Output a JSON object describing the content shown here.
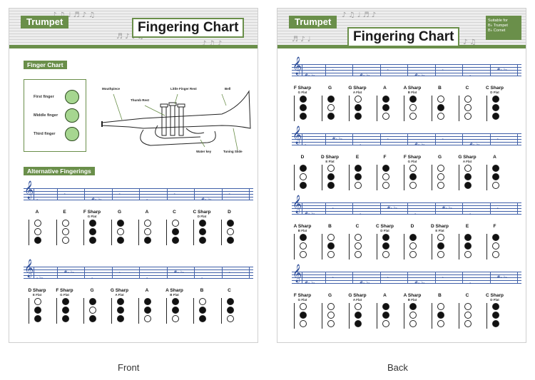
{
  "front": {
    "instrument": "Trumpet",
    "title": "Fingering Chart",
    "caption": "Front",
    "finger_section": "Finger  Chart",
    "fingers": [
      "First finger",
      "Middle finger",
      "Third finger"
    ],
    "trumpet_labels": [
      "Mouthpiece",
      "Thumb Rest",
      "Little Finger Rest",
      "Bell",
      "Water key",
      "Tuning Slide"
    ],
    "alt_section": "Alternative Fingerings",
    "rows": [
      [
        {
          "name": "A",
          "alt": "",
          "valves": [
            0,
            0,
            1
          ]
        },
        {
          "name": "E",
          "alt": "",
          "valves": [
            0,
            0,
            0
          ]
        },
        {
          "name": "F Sharp",
          "alt": "G Flat",
          "valves": [
            1,
            1,
            1
          ]
        },
        {
          "name": "G",
          "alt": "",
          "valves": [
            1,
            0,
            1
          ]
        },
        {
          "name": "A",
          "alt": "",
          "valves": [
            0,
            0,
            1
          ]
        },
        {
          "name": "C",
          "alt": "",
          "valves": [
            0,
            1,
            1
          ]
        },
        {
          "name": "C Sharp",
          "alt": "D Flat",
          "valves": [
            1,
            1,
            1
          ]
        },
        {
          "name": "D",
          "alt": "",
          "valves": [
            1,
            0,
            1
          ]
        }
      ],
      [
        {
          "name": "D Sharp",
          "alt": "E Flat",
          "valves": [
            0,
            1,
            1
          ]
        },
        {
          "name": "F Sharp",
          "alt": "G Flat",
          "valves": [
            1,
            1,
            1
          ]
        },
        {
          "name": "G",
          "alt": "",
          "valves": [
            1,
            0,
            1
          ]
        },
        {
          "name": "G Sharp",
          "alt": "A Flat",
          "valves": [
            1,
            1,
            1
          ]
        },
        {
          "name": "A",
          "alt": "",
          "valves": [
            1,
            1,
            0
          ]
        },
        {
          "name": "A Sharp",
          "alt": "B Flat",
          "valves": [
            1,
            1,
            0
          ]
        },
        {
          "name": "B",
          "alt": "",
          "valves": [
            0,
            1,
            1
          ]
        },
        {
          "name": "C",
          "alt": "",
          "valves": [
            1,
            1,
            0
          ]
        }
      ]
    ],
    "staff_notes": [
      [
        "𝅝",
        "𝅝",
        "#𝅝 ♭𝅝",
        "𝅝",
        "𝅝",
        "𝅝",
        "#𝅝 ♭𝅝",
        "𝅝"
      ],
      [
        "𝅝 ♭𝅝",
        "#𝅝 ♭𝅝",
        "𝅝",
        "𝅝",
        "𝅝",
        "#𝅝 ♭𝅝",
        "𝅝",
        "𝅝"
      ]
    ]
  },
  "back": {
    "instrument": "Trumpet",
    "title": "Fingering Chart",
    "caption": "Back",
    "suitable": [
      "Suitable for",
      "B♭ Trumpet",
      "B♭ Cornet"
    ],
    "rows": [
      [
        {
          "name": "F Sharp",
          "alt": "G Flat",
          "valves": [
            1,
            1,
            1
          ]
        },
        {
          "name": "G",
          "alt": "",
          "valves": [
            1,
            0,
            1
          ]
        },
        {
          "name": "G Sharp",
          "alt": "A Flat",
          "valves": [
            0,
            1,
            1
          ]
        },
        {
          "name": "A",
          "alt": "",
          "valves": [
            1,
            1,
            0
          ]
        },
        {
          "name": "A Sharp",
          "alt": "B Flat",
          "valves": [
            1,
            0,
            0
          ]
        },
        {
          "name": "B",
          "alt": "",
          "valves": [
            0,
            1,
            0
          ]
        },
        {
          "name": "C",
          "alt": "",
          "valves": [
            0,
            0,
            0
          ]
        },
        {
          "name": "C Sharp",
          "alt": "D Flat",
          "valves": [
            1,
            1,
            1
          ]
        }
      ],
      [
        {
          "name": "D",
          "alt": "",
          "valves": [
            1,
            0,
            1
          ]
        },
        {
          "name": "D Sharp",
          "alt": "E Flat",
          "valves": [
            0,
            1,
            1
          ]
        },
        {
          "name": "E",
          "alt": "",
          "valves": [
            1,
            1,
            0
          ]
        },
        {
          "name": "F",
          "alt": "",
          "valves": [
            1,
            0,
            0
          ]
        },
        {
          "name": "F Sharp",
          "alt": "G Flat",
          "valves": [
            0,
            1,
            0
          ]
        },
        {
          "name": "G",
          "alt": "",
          "valves": [
            0,
            0,
            0
          ]
        },
        {
          "name": "G Sharp",
          "alt": "A Flat",
          "valves": [
            0,
            1,
            1
          ]
        },
        {
          "name": "A",
          "alt": "",
          "valves": [
            1,
            1,
            0
          ]
        }
      ],
      [
        {
          "name": "A Sharp",
          "alt": "B Flat",
          "valves": [
            1,
            0,
            0
          ]
        },
        {
          "name": "B",
          "alt": "",
          "valves": [
            0,
            1,
            0
          ]
        },
        {
          "name": "C",
          "alt": "",
          "valves": [
            0,
            0,
            0
          ]
        },
        {
          "name": "C Sharp",
          "alt": "D Flat",
          "valves": [
            1,
            1,
            0
          ]
        },
        {
          "name": "D",
          "alt": "",
          "valves": [
            1,
            0,
            0
          ]
        },
        {
          "name": "D Sharp",
          "alt": "E Flat",
          "valves": [
            0,
            1,
            0
          ]
        },
        {
          "name": "E",
          "alt": "",
          "valves": [
            1,
            1,
            0
          ]
        },
        {
          "name": "F",
          "alt": "",
          "valves": [
            1,
            0,
            0
          ]
        }
      ],
      [
        {
          "name": "F Sharp",
          "alt": "G Flat",
          "valves": [
            0,
            1,
            0
          ]
        },
        {
          "name": "G",
          "alt": "",
          "valves": [
            0,
            0,
            0
          ]
        },
        {
          "name": "G Sharp",
          "alt": "A Flat",
          "valves": [
            0,
            1,
            1
          ]
        },
        {
          "name": "A",
          "alt": "",
          "valves": [
            1,
            1,
            0
          ]
        },
        {
          "name": "A Sharp",
          "alt": "B Flat",
          "valves": [
            1,
            0,
            0
          ]
        },
        {
          "name": "B",
          "alt": "",
          "valves": [
            0,
            1,
            0
          ]
        },
        {
          "name": "C",
          "alt": "",
          "valves": [
            0,
            0,
            0
          ]
        },
        {
          "name": "C Sharp",
          "alt": "D Flat",
          "valves": [
            1,
            1,
            1
          ]
        }
      ]
    ],
    "staff_notes": [
      [
        "#𝅝 ♭𝅝",
        "𝅝",
        "#𝅝 ♭𝅝",
        "𝅝",
        "#𝅝 ♭𝅝",
        "𝅝",
        "𝅝",
        "#𝅝 ♭𝅝"
      ],
      [
        "𝅝",
        "#𝅝 ♭𝅝",
        "𝅝",
        "𝅝",
        "#𝅝 ♭𝅝",
        "𝅝",
        "#𝅝 ♭𝅝",
        "𝅝"
      ],
      [
        "#𝅝 ♭𝅝",
        "𝅝",
        "𝅝",
        "#𝅝 ♭𝅝",
        "𝅝",
        "#𝅝 ♭𝅝",
        "𝅝",
        "𝅝"
      ],
      [
        "#𝅝 ♭𝅝",
        "𝅝",
        "#𝅝 ♭𝅝",
        "𝅝",
        "#𝅝 ♭𝅝",
        "𝅝",
        "𝅝",
        "#𝅝 ♭𝅝"
      ]
    ]
  },
  "colors": {
    "accent": "#6a8f4a",
    "staff": "#3f5fa8",
    "finger_fill": "#a6d690"
  }
}
